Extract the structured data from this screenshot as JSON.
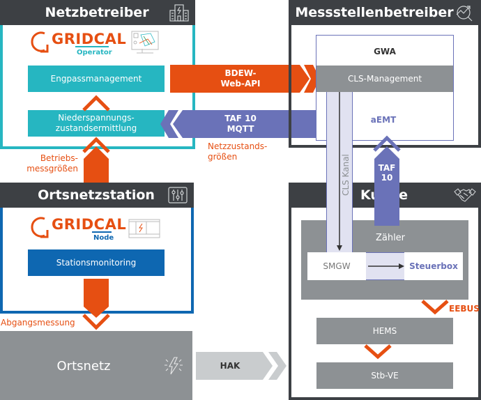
{
  "netzbetreiber": {
    "title": "Netzbetreiber",
    "icon": "building-icon",
    "logo": {
      "brand": "GRIDCAL",
      "product": "Operator"
    },
    "boxes": {
      "engpass": "Engpassmanagement",
      "nsze_line1": "Niederspannungs-",
      "nsze_line2": "zustandsermittlung"
    },
    "label_betriebs_line1": "Betriebs-",
    "label_betriebs_line2": "messgrößen"
  },
  "arrows": {
    "bdew_line1": "BDEW-",
    "bdew_line2": "Web-API",
    "taf10_line1": "TAF 10",
    "taf10_line2": "MQTT",
    "netzzustands_line1": "Netzzustands-",
    "netzzustands_line2": "größen",
    "taf10_up_line1": "TAF",
    "taf10_up_line2": "10",
    "cls_kanal": "CLS Kanal",
    "eebus": "EEBUS",
    "hak": "HAK",
    "abgangsmessung": "Abgangsmessung"
  },
  "messstellenbetreiber": {
    "title": "Messstellenbetreiber",
    "icon": "analytics-search-icon",
    "gwa": "GWA",
    "cls_management": "CLS-Management",
    "aemt": "aEMT"
  },
  "ortsnetzstation": {
    "title": "Ortsnetzstation",
    "icon": "sliders-icon",
    "logo": {
      "brand": "GRIDCAL",
      "product": "Node"
    },
    "stationsmonitoring": "Stationsmonitoring"
  },
  "ortsnetz": {
    "title": "Ortsnetz",
    "icon": "lightning-icon"
  },
  "kunde": {
    "title": "Kunde",
    "icon": "handshake-icon",
    "zaehler": "Zähler",
    "smgw": "SMGW",
    "steuerbox": "Steuerbox",
    "hems": "HEMS",
    "stbve": "Stb-VE"
  },
  "colors": {
    "orange": "#e64f12",
    "teal": "#26b6c1",
    "purple": "#6a72b8",
    "blue": "#0e67b1",
    "grey": "#8d9194",
    "dark": "#3d4044"
  }
}
